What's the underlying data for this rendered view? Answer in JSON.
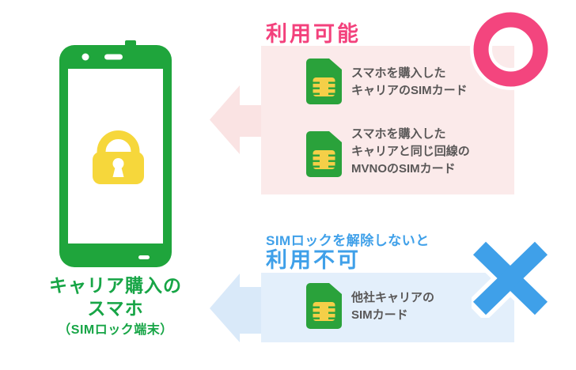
{
  "diagram": {
    "phone": {
      "icon": "locked-smartphone-icon",
      "label_lines": [
        "キャリア購入の",
        "スマホ",
        "（SIMロック端末）"
      ]
    },
    "usable": {
      "title": "利用可能",
      "mark": "circle-ok-mark",
      "items": [
        {
          "icon": "sim-card-icon",
          "lines": [
            "スマホを購入した",
            "キャリアのSIMカード"
          ]
        },
        {
          "icon": "sim-card-icon",
          "lines": [
            "スマホを購入した",
            "キャリアと同じ回線の",
            "MVNOのSIMカード"
          ]
        }
      ]
    },
    "unusable": {
      "pretitle": "SIMロックを解除しないと",
      "title": "利用不可",
      "mark": "cross-ng-mark",
      "items": [
        {
          "icon": "sim-card-icon",
          "lines": [
            "他社キャリアの",
            "SIMカード"
          ]
        }
      ]
    },
    "colors": {
      "brand_green": "#1fa53c",
      "sim_green": "#2aa23b",
      "lock_yellow": "#f6d73b",
      "chip_yellow": "#f5cf48",
      "pink": "#f3417c",
      "pink_panel": "#fbeaea",
      "pink_arrow": "#fae3e3",
      "blue": "#3fa0e9",
      "blue_panel": "#e3effb",
      "blue_arrow": "#d9e9f9",
      "body_text": "#595757",
      "label_green": "#17a546"
    }
  }
}
